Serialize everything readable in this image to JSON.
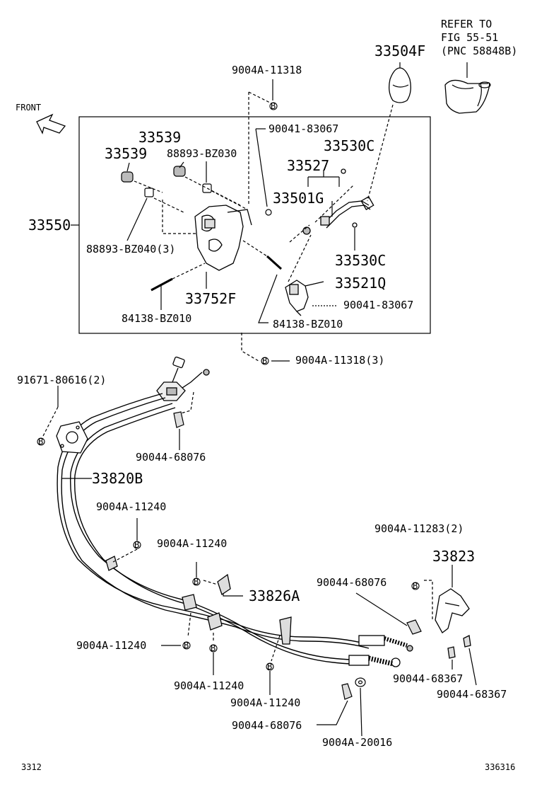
{
  "refer_note": [
    "REFER TO",
    "FIG 55-51",
    "(PNC 58848B)"
  ],
  "front_label": "FRONT",
  "page_code_left": "3312",
  "page_code_right": "336316",
  "labels": {
    "p33504F": "33504F",
    "p9004A_11318_top": "9004A-11318",
    "p90041_83067_top": "90041-83067",
    "p33539_a": "33539",
    "p33539_b": "33539",
    "p88893_BZ030": "88893-BZ030",
    "p33530C_top": "33530C",
    "p33527": "33527",
    "p33501G": "33501G",
    "p33550": "33550",
    "p88893_BZ040": "88893-BZ040(3)",
    "p33530C_bottom": "33530C",
    "p33521Q": "33521Q",
    "p33752F": "33752F",
    "p90041_83067_bottom": "90041-83067",
    "p84138_BZ010_left": "84138-BZ010",
    "p84138_BZ010_right": "84138-BZ010",
    "p9004A_11318_3": "9004A-11318(3)",
    "p91671_80616": "91671-80616(2)",
    "p90044_68076_top": "90044-68076",
    "p33820B": "33820B",
    "p9004A_11240_1": "9004A-11240",
    "p9004A_11240_2": "9004A-11240",
    "p9004A_11283": "9004A-11283(2)",
    "p33823": "33823",
    "p33826A": "33826A",
    "p90044_68076_mid": "90044-68076",
    "p9004A_11240_3": "9004A-11240",
    "p9004A_11240_4": "9004A-11240",
    "p9004A_11240_5": "9004A-11240",
    "p90044_68367_a": "90044-68367",
    "p90044_68367_b": "90044-68367",
    "p90044_68076_bottom": "90044-68076",
    "p9004A_20016": "9004A-20016"
  },
  "bolt_marker": "B"
}
